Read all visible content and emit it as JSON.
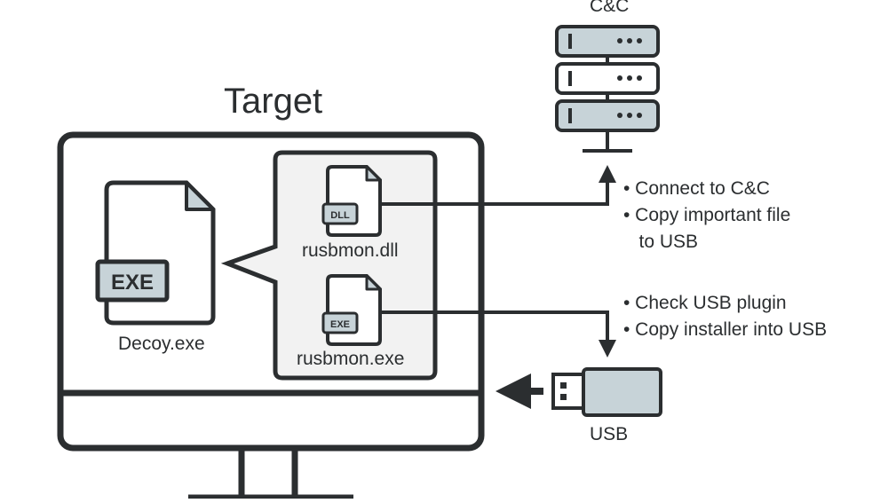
{
  "target_label": "Target",
  "cnc_label": "C&C",
  "usb_label": "USB",
  "files": {
    "decoy": {
      "badge": "EXE",
      "name": "Decoy.exe"
    },
    "dll": {
      "badge": "DLL",
      "name": "rusbmon.dll"
    },
    "exe": {
      "badge": "EXE",
      "name": "rusbmon.exe"
    }
  },
  "notes": {
    "dll_actions": [
      "• Connect to C&C",
      "• Copy important file",
      "   to USB"
    ],
    "exe_actions": [
      "• Check USB plugin",
      "• Copy installer into USB"
    ]
  },
  "colors": {
    "stroke": "#2b2e30",
    "panel_fill": "#f2f2f2",
    "server_fill": "#c7d3d8",
    "usb_fill": "#c7d3d8",
    "badge_fill": "#c7d3d8"
  }
}
